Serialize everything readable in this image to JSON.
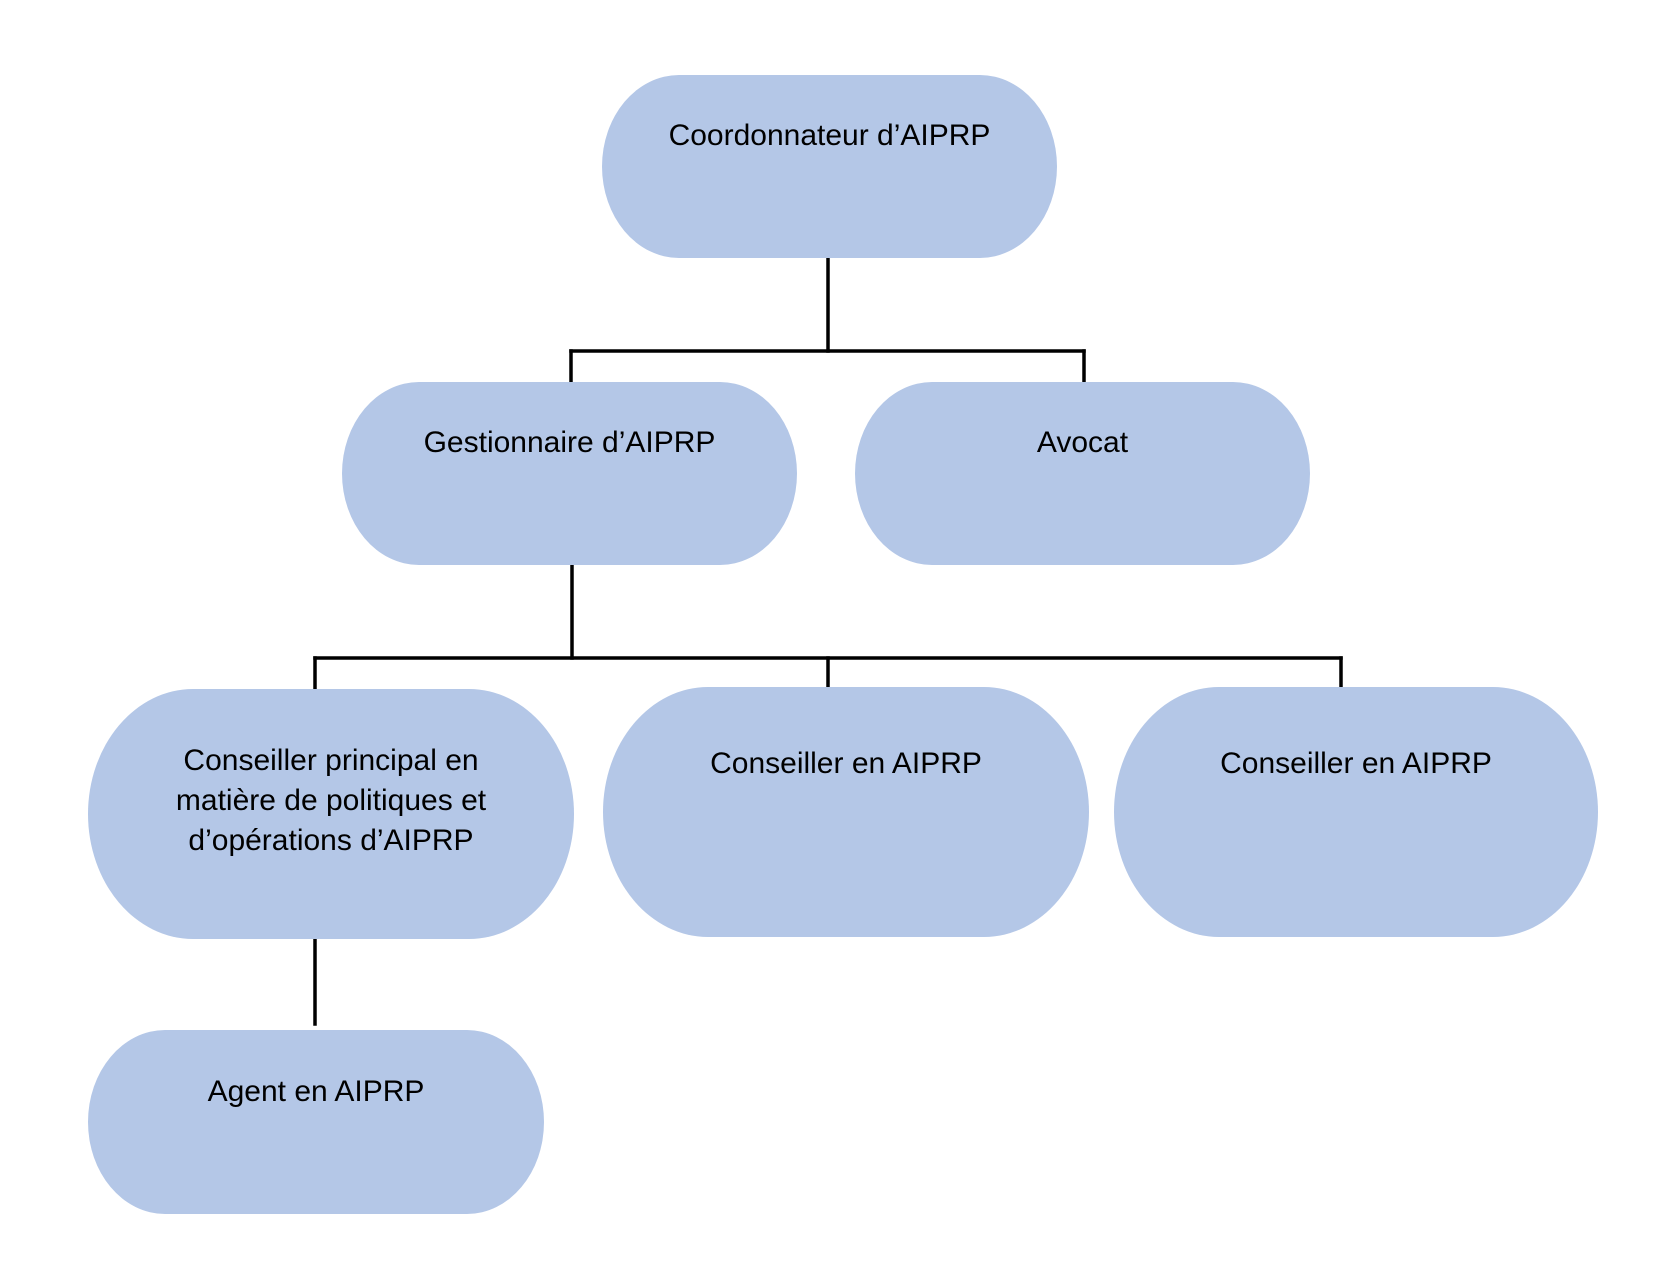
{
  "colors": {
    "node_fill": "#b4c7e7",
    "connector": "#000000",
    "text": "#000000",
    "background": "#ffffff"
  },
  "nodes": [
    {
      "id": "coordonnateur",
      "lines": [
        "Coordonnateur  d’AIPRP"
      ]
    },
    {
      "id": "gestionnaire",
      "lines": [
        "Gestionnaire d’AIPRP"
      ]
    },
    {
      "id": "avocat",
      "lines": [
        "Avocat"
      ]
    },
    {
      "id": "conseiller-principal",
      "lines": [
        "Conseiller principal en",
        "matière de politiques et",
        "d’opérations d’AIPRP"
      ]
    },
    {
      "id": "conseiller-1",
      "lines": [
        "Conseiller en AIPRP"
      ]
    },
    {
      "id": "conseiller-2",
      "lines": [
        "Conseiller en AIPRP"
      ]
    },
    {
      "id": "agent",
      "lines": [
        "Agent en AIPRP"
      ]
    }
  ],
  "edges": [
    {
      "from": "coordonnateur",
      "to": "gestionnaire"
    },
    {
      "from": "coordonnateur",
      "to": "avocat"
    },
    {
      "from": "gestionnaire",
      "to": "conseiller-principal"
    },
    {
      "from": "gestionnaire",
      "to": "conseiller-1"
    },
    {
      "from": "gestionnaire",
      "to": "conseiller-2"
    },
    {
      "from": "conseiller-principal",
      "to": "agent"
    }
  ]
}
